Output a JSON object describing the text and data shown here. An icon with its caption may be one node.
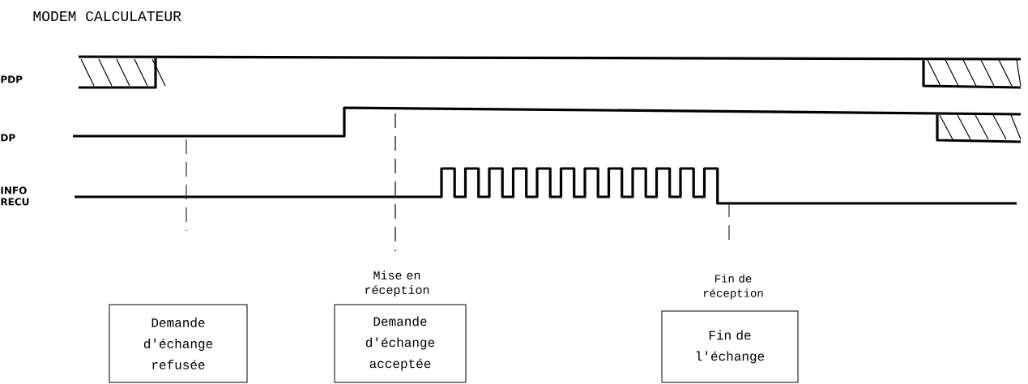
{
  "diagram": {
    "nodes": [
      {
        "text": [
          "Demande d'échange refusée"
        ]
      },
      {
        "text": [
          "Demande d'échange acceptée"
        ]
      },
      {
        "text": [
          "Fin de l'échange"
        ]
      }
    ],
    "labels": [
      "MODEM CALCULATEUR",
      "PDP",
      "DP",
      "INFO RECU",
      "Mise en réception",
      "Fin de réception"
    ]
  }
}
